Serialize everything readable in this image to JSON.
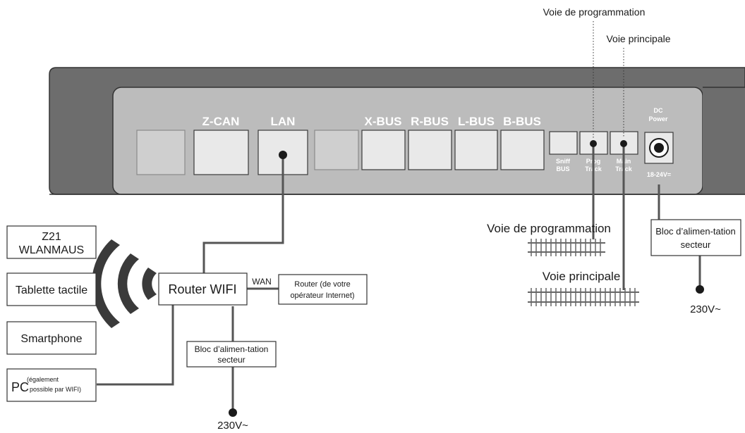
{
  "device": {
    "ports": {
      "zcan": "Z-CAN",
      "lan": "LAN",
      "xbus": "X-BUS",
      "rbus": "R-BUS",
      "lbus": "L-BUS",
      "bbus": "B-BUS"
    },
    "small_ports": {
      "sniff_1": "Sniff",
      "sniff_2": "BUS",
      "prog_1": "Prog",
      "prog_2": "Track",
      "main_1": "Main",
      "main_2": "Track"
    },
    "dc_power_1": "DC",
    "dc_power_2": "Power",
    "voltage": "18-24V="
  },
  "callouts": {
    "voie_prog_top": "Voie de programmation",
    "voie_principale_top": "Voie principale"
  },
  "devices_left": {
    "wlanmaus_1": "Z21",
    "wlanmaus_2": "WLANMAUS",
    "tablette": "Tablette tactile",
    "smartphone": "Smartphone",
    "pc": "PC",
    "pc_note_1": "(également",
    "pc_note_2": "possible par WIFI)"
  },
  "router": {
    "label": "Router WIFI",
    "wan": "WAN",
    "isp_1": "Router (de votre",
    "isp_2": "opérateur Internet)"
  },
  "psu_router": {
    "line_1": "Bloc d’alimen-tation",
    "line_2": "secteur",
    "mains": "230V~"
  },
  "tracks": {
    "prog": "Voie de programmation",
    "main": "Voie principale"
  },
  "psu_device": {
    "line_1": "Bloc d’alimen-tation",
    "line_2": "secteur",
    "mains": "230V~"
  },
  "colors": {
    "housing": "#6d6d6d",
    "panel": "#bcbcbc",
    "wire": "#555555"
  }
}
